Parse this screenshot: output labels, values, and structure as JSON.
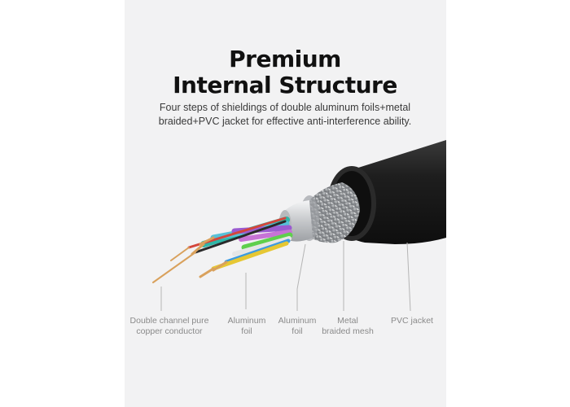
{
  "heading": {
    "line1": "Premium",
    "line2": "Internal Structure"
  },
  "subheading": {
    "line1": "Four steps of shieldings of double aluminum foils+metal",
    "line2": "braided+PVC jacket for effective anti-interference ability."
  },
  "callouts": [
    {
      "line1": "Double channel pure",
      "line2": "copper conductor"
    },
    {
      "line1": "Aluminum",
      "line2": "foil"
    },
    {
      "line1": "Aluminum",
      "line2": "foil"
    },
    {
      "line1": "Metal",
      "line2": "braided mesh"
    },
    {
      "line1": "PVC jacket",
      "line2": ""
    }
  ],
  "colors": {
    "panel_bg": "#f2f2f3",
    "jacket": "#1c1c1c",
    "braid": "#b9bbbd",
    "foil": "#d8d9db",
    "copper": "#d9a15c"
  }
}
